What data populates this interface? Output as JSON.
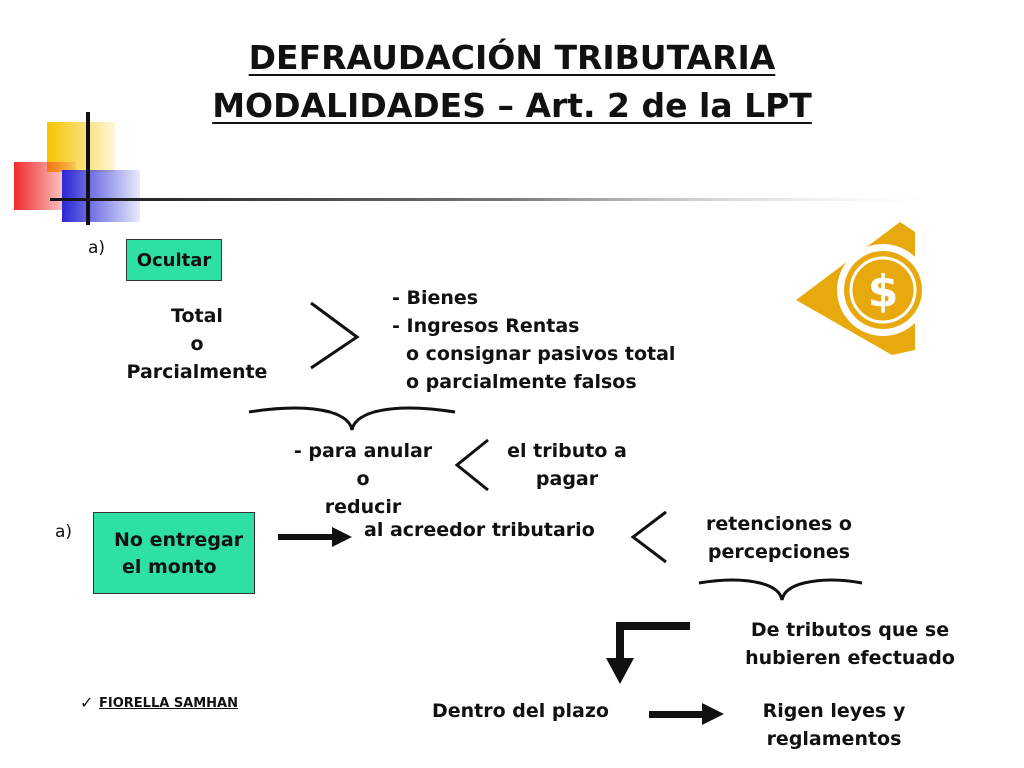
{
  "title": {
    "line1": "DEFRAUDACIÓN TRIBUTARIA",
    "line2": "MODALIDADES – Art. 2 de la LPT"
  },
  "section_a1": {
    "marker": "a)",
    "box_label": "Ocultar",
    "scope": [
      "Total",
      "o",
      "Parcialmente"
    ],
    "items": [
      "- Bienes",
      "- Ingresos Rentas",
      "o consignar pasivos total",
      "o parcialmente falsos"
    ],
    "purpose": [
      "- para anular",
      "o",
      "reducir"
    ],
    "object": [
      "el tributo a",
      "pagar"
    ]
  },
  "section_a2": {
    "marker": "a)",
    "box_label": [
      "No entregar",
      "el monto"
    ],
    "recipient": "al acreedor tributario",
    "types": [
      "retenciones o",
      "percepciones"
    ],
    "origin": [
      "De tributos que se",
      "hubieren efectuado"
    ],
    "deadline": "Dentro del plazo",
    "rules": [
      "Rigen leyes y",
      "reglamentos"
    ]
  },
  "author": "FIORELLA SAMHAN",
  "colors": {
    "box_fill": "#2ee0a6",
    "coin": "#e8a90e",
    "deco_yellow": "#f5c400",
    "deco_red": "#ee2b2b",
    "deco_blue": "#2a2ad8"
  },
  "icons": [
    "dollar-coin-icon",
    "checkmark-icon"
  ]
}
